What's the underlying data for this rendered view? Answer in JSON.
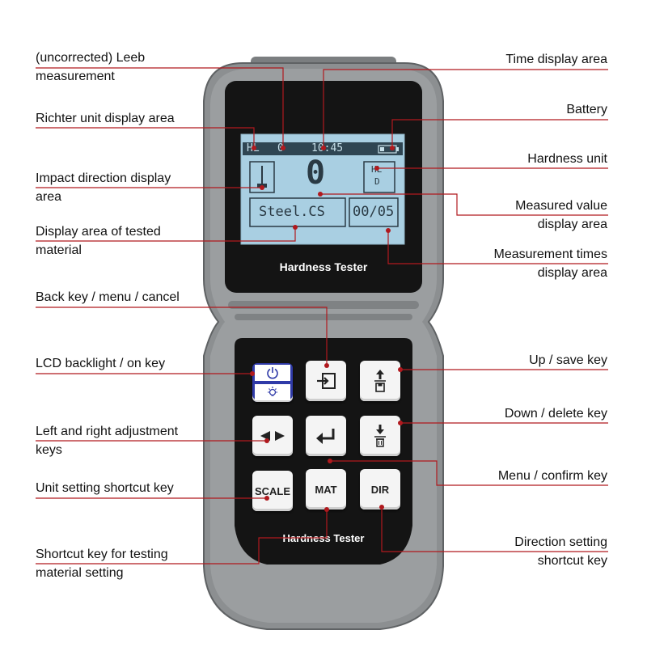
{
  "device": {
    "screen_brand": "Hardness Tester",
    "keypad_brand": "Hardness Tester"
  },
  "lcd": {
    "unit_top": "HL",
    "leeb_value": "0",
    "time": "10:45",
    "measured_value": "0",
    "hardness_unit_line1": "HL",
    "hardness_unit_line2": "D",
    "material": "Steel.CS",
    "times": "00/05"
  },
  "keys": {
    "scale": "SCALE",
    "mat": "MAT",
    "dir": "DIR"
  },
  "labels": {
    "leeb_measurement": [
      "(uncorrected) Leeb",
      "measurement"
    ],
    "richter_unit": "Richter unit display area",
    "impact_direction": [
      "Impact direction display",
      "area"
    ],
    "tested_material": [
      "Display area of tested",
      "material"
    ],
    "back_key": "Back key / menu / cancel",
    "backlight_key": "LCD backlight / on key",
    "left_right_keys": [
      "Left and right adjustment",
      "keys"
    ],
    "unit_shortcut": "Unit setting shortcut key",
    "material_shortcut": [
      "Shortcut key for testing",
      "material setting"
    ],
    "time_display": "Time display area",
    "battery": "Battery",
    "hardness_unit": "Hardness unit",
    "measured_value": [
      "Measured value",
      "display area"
    ],
    "measurement_times": [
      "Measurement times",
      "display area"
    ],
    "up_save": "Up / save key",
    "down_delete": "Down / delete key",
    "menu_confirm": "Menu / confirm key",
    "direction_shortcut": [
      "Direction setting",
      "shortcut key"
    ]
  },
  "colors": {
    "body": "#8a8d8f",
    "screen_bezel": "#111111",
    "lcd": "#a9cfe2",
    "leader_line": "#b0191e",
    "power_key": "#2f3aa8"
  }
}
